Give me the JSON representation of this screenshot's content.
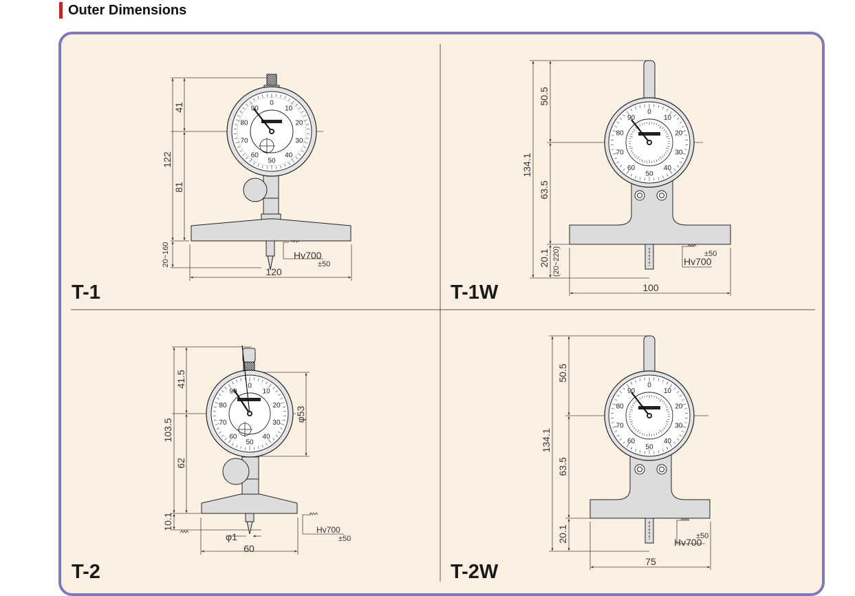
{
  "header": {
    "title": "Outer Dimensions"
  },
  "colors": {
    "accent": "#c0262c",
    "panel_border": "#7f78b9",
    "panel_bg": "#fcf0e3",
    "metal": "#dcdcdc"
  },
  "models": {
    "t1": {
      "label": "T-1",
      "dim_top": "41",
      "dim_total": "122",
      "dim_lower": "81",
      "dim_range": "20~160",
      "dim_width": "120",
      "hardness": "Hv700",
      "hardness_tol": "±50"
    },
    "t1w": {
      "label": "T-1W",
      "dim_top": "50.5",
      "dim_total": "134.1",
      "dim_lower": "63.5",
      "dim_range_a": "20.1",
      "dim_range_b": "(20~220)",
      "dim_width": "100",
      "hardness": "Hv700",
      "hardness_tol": "±50"
    },
    "t2": {
      "label": "T-2",
      "dim_top": "41.5",
      "dim_total": "103.5",
      "dim_lower": "62",
      "dim_range": "10.1",
      "dim_dial": "φ53",
      "dim_tip": "φ1",
      "dim_width": "60",
      "hardness": "Hv700",
      "hardness_tol": "±50"
    },
    "t2w": {
      "label": "T-2W",
      "dim_top": "50.5",
      "dim_total": "134.1",
      "dim_lower": "63.5",
      "dim_range": "20.1",
      "dim_width": "75",
      "hardness": "Hv700",
      "hardness_tol": "±50"
    }
  },
  "dial": {
    "outer_scale": [
      "0",
      "10",
      "20",
      "30",
      "40",
      "50",
      "60",
      "70",
      "80",
      "90"
    ]
  }
}
